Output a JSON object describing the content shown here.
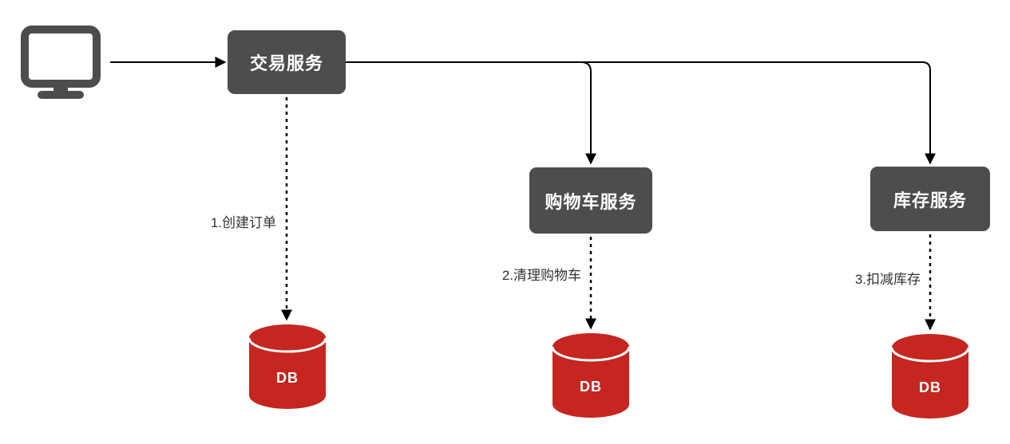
{
  "diagram": {
    "client": {
      "icon": "monitor-icon"
    },
    "nodes": [
      {
        "id": "transaction-service",
        "label": "交易服务"
      },
      {
        "id": "cart-service",
        "label": "购物车服务"
      },
      {
        "id": "inventory-service",
        "label": "库存服务"
      }
    ],
    "databases": [
      {
        "label": "DB"
      },
      {
        "label": "DB"
      },
      {
        "label": "DB"
      }
    ],
    "steps": [
      {
        "label": "1.创建订单"
      },
      {
        "label": "2.清理购物车"
      },
      {
        "label": "3.扣减库存"
      }
    ],
    "colors": {
      "node_fill": "#4D4D4D",
      "node_text": "#FFFFFF",
      "db_fill": "#C5261F",
      "db_text": "#FFFFFF",
      "connector": "#000000",
      "step_label_text": "#333333",
      "background": "#FFFFFF"
    }
  }
}
